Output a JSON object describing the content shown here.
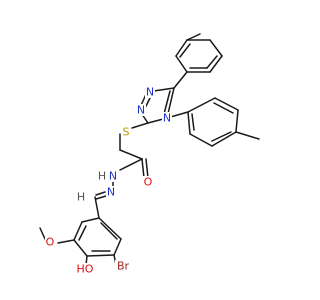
{
  "colors": {
    "bond": "#1a1a1a",
    "nitrogen": "#2233cc",
    "oxygen": "#dd1111",
    "sulfur": "#b59a00",
    "bromine": "#a0261c",
    "hydrogen": "#555555"
  },
  "atoms": {
    "n_triazole_top": "N",
    "n_triazole_left": "N",
    "n_triazole_ring": "N",
    "sulfur": "S",
    "oxygen_carbonyl": "O",
    "nh": "N",
    "nh_h": "H",
    "n_imine": "N",
    "h_imine": "H",
    "bromine": "Br",
    "oxygen_methoxy": "O",
    "hydroxyl": "HO"
  }
}
